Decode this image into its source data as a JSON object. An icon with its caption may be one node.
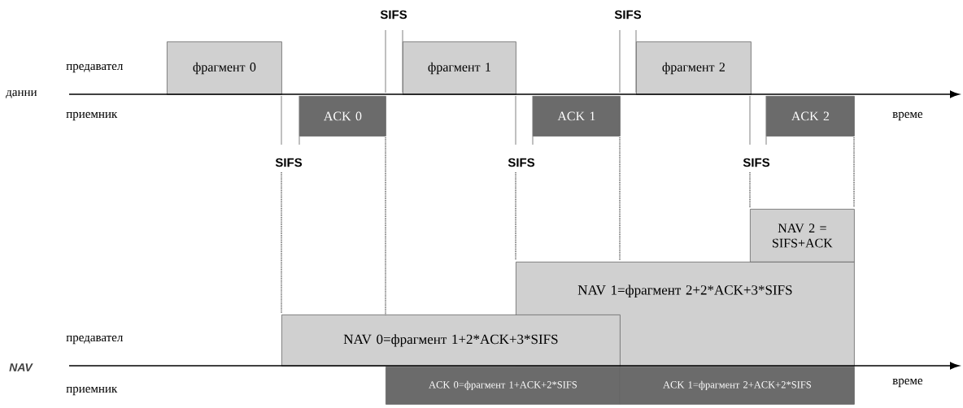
{
  "diagram": {
    "nodes": [
      {
        "text": [
          "фрагмент 0"
        ]
      },
      {
        "text": [
          "фрагмент 1"
        ]
      },
      {
        "text": [
          "фрагмент 2"
        ]
      },
      {
        "text": [
          "ACK 0"
        ]
      },
      {
        "text": [
          "ACK 1"
        ]
      },
      {
        "text": [
          "ACK 2"
        ]
      },
      {
        "text": [
          "NAV 2 = SIFS+ACK"
        ]
      },
      {
        "text": [
          "NAV 1=фрагмент 2+2*ACK+3*SIFS"
        ]
      },
      {
        "text": [
          "NAV 0=фрагмент 1+2*ACK+3*SIFS"
        ]
      },
      {
        "text": [
          "ACK 0=фрагмент 1+ACK+2*SIFS"
        ]
      },
      {
        "text": [
          "ACK 1=фрагмент 2+ACK+2*SIFS"
        ]
      }
    ],
    "labels": [
      "SIFS",
      "SIFS",
      "предавател",
      "данни",
      "приемник",
      "време",
      "SIFS",
      "SIFS",
      "SIFS",
      "предавател",
      "NAV",
      "приемник",
      "време"
    ]
  }
}
